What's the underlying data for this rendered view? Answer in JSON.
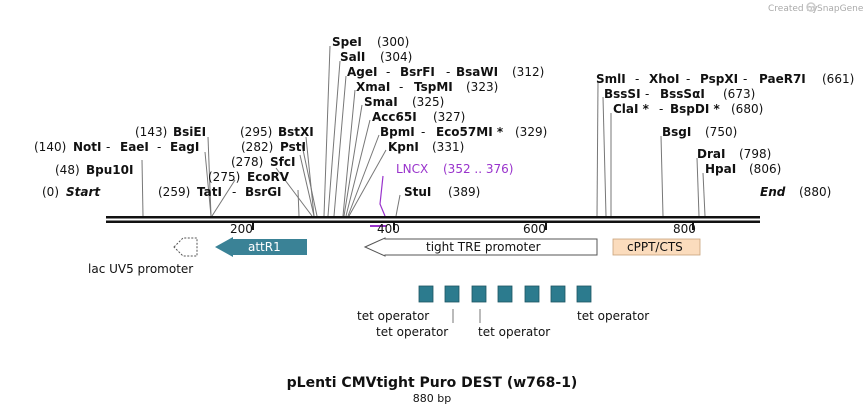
{
  "watermark": {
    "prefix": "Created by",
    "brand": "SnapGene"
  },
  "colors": {
    "attr": "#3a8296",
    "cppt": "#fbdcbd",
    "operator": "#2c7b8e",
    "lncx": "#9933cc",
    "line": "#111111"
  },
  "title": "pLenti CMVtight Puro DEST (w768-1)",
  "length_label": "880 bp",
  "ticks": [
    "200",
    "400",
    "600",
    "800"
  ],
  "labels": {
    "start": {
      "pos": "(0)",
      "name": "Start"
    },
    "end": {
      "name": "End",
      "pos": "(880)"
    },
    "bpu10i": {
      "pos": "(48)",
      "name": "Bpu10I"
    },
    "noti": {
      "pos": "(140)",
      "names": [
        "NotI",
        "EaeI",
        "EagI"
      ]
    },
    "bsiei": {
      "pos": "(143)",
      "name": "BsiEI"
    },
    "tati": {
      "pos": "(259)",
      "names": [
        "TatI",
        "BsrGI"
      ]
    },
    "ecorv": {
      "pos": "(275)",
      "name": "EcoRV"
    },
    "sfci": {
      "pos": "(278)",
      "name": "SfcI"
    },
    "psti": {
      "pos": "(282)",
      "name": "PstI"
    },
    "bstxi": {
      "pos": "(295)",
      "name": "BstXI"
    },
    "spei": {
      "name": "SpeI",
      "pos": "(300)"
    },
    "sali": {
      "name": "SalI",
      "pos": "(304)"
    },
    "agei": {
      "names": [
        "AgeI",
        "BsrFI",
        "BsaWI"
      ],
      "pos": "(312)"
    },
    "xmai": {
      "names": [
        "XmaI",
        "TspMI"
      ],
      "pos": "(323)"
    },
    "smai": {
      "name": "SmaI",
      "pos": "(325)"
    },
    "acc65i": {
      "name": "Acc65I",
      "pos": "(327)"
    },
    "bpmi": {
      "names": [
        "BpmI",
        "Eco57MI *"
      ],
      "pos": "(329)"
    },
    "kpni": {
      "name": "KpnI",
      "pos": "(331)"
    },
    "lncx": {
      "name": "LNCX",
      "pos": "(352 .. 376)"
    },
    "stui": {
      "name": "StuI",
      "pos": "(389)"
    },
    "smli": {
      "names": [
        "SmlI",
        "XhoI",
        "PspXI",
        "PaeR7I"
      ],
      "pos": "(661)"
    },
    "bsssi": {
      "names": [
        "BssSI",
        "BssSαI"
      ],
      "pos": "(673)"
    },
    "clai": {
      "names": [
        "ClaI *",
        "BspDI *"
      ],
      "pos": "(680)"
    },
    "bsgi": {
      "name": "BsgI",
      "pos": "(750)"
    },
    "drai": {
      "name": "DraI",
      "pos": "(798)"
    },
    "hpai": {
      "name": "HpaI",
      "pos": "(806)"
    }
  },
  "features": {
    "attr1": "attR1",
    "lac_uv5": "lac UV5 promoter",
    "tight_tre": "tight TRE promoter",
    "cppt": "cPPT/CTS",
    "tet_operators": [
      "tet operator",
      "tet operator",
      "tet operator",
      "tet operator"
    ]
  }
}
